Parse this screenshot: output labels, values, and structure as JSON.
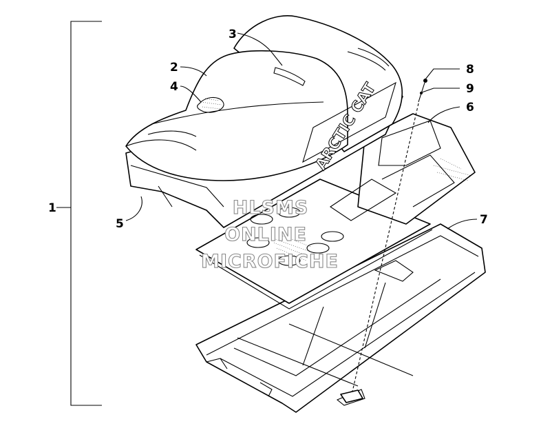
{
  "callouts": {
    "c1": "1",
    "c2": "2",
    "c3": "3",
    "c4": "4",
    "c5": "5",
    "c6": "6",
    "c7": "7",
    "c8": "8",
    "c9": "9"
  },
  "brand_decal": "ARCTIC CAT",
  "watermark": {
    "line1": "HLSMS",
    "line2": "ONLINE",
    "line3": "MICROFICHE"
  }
}
